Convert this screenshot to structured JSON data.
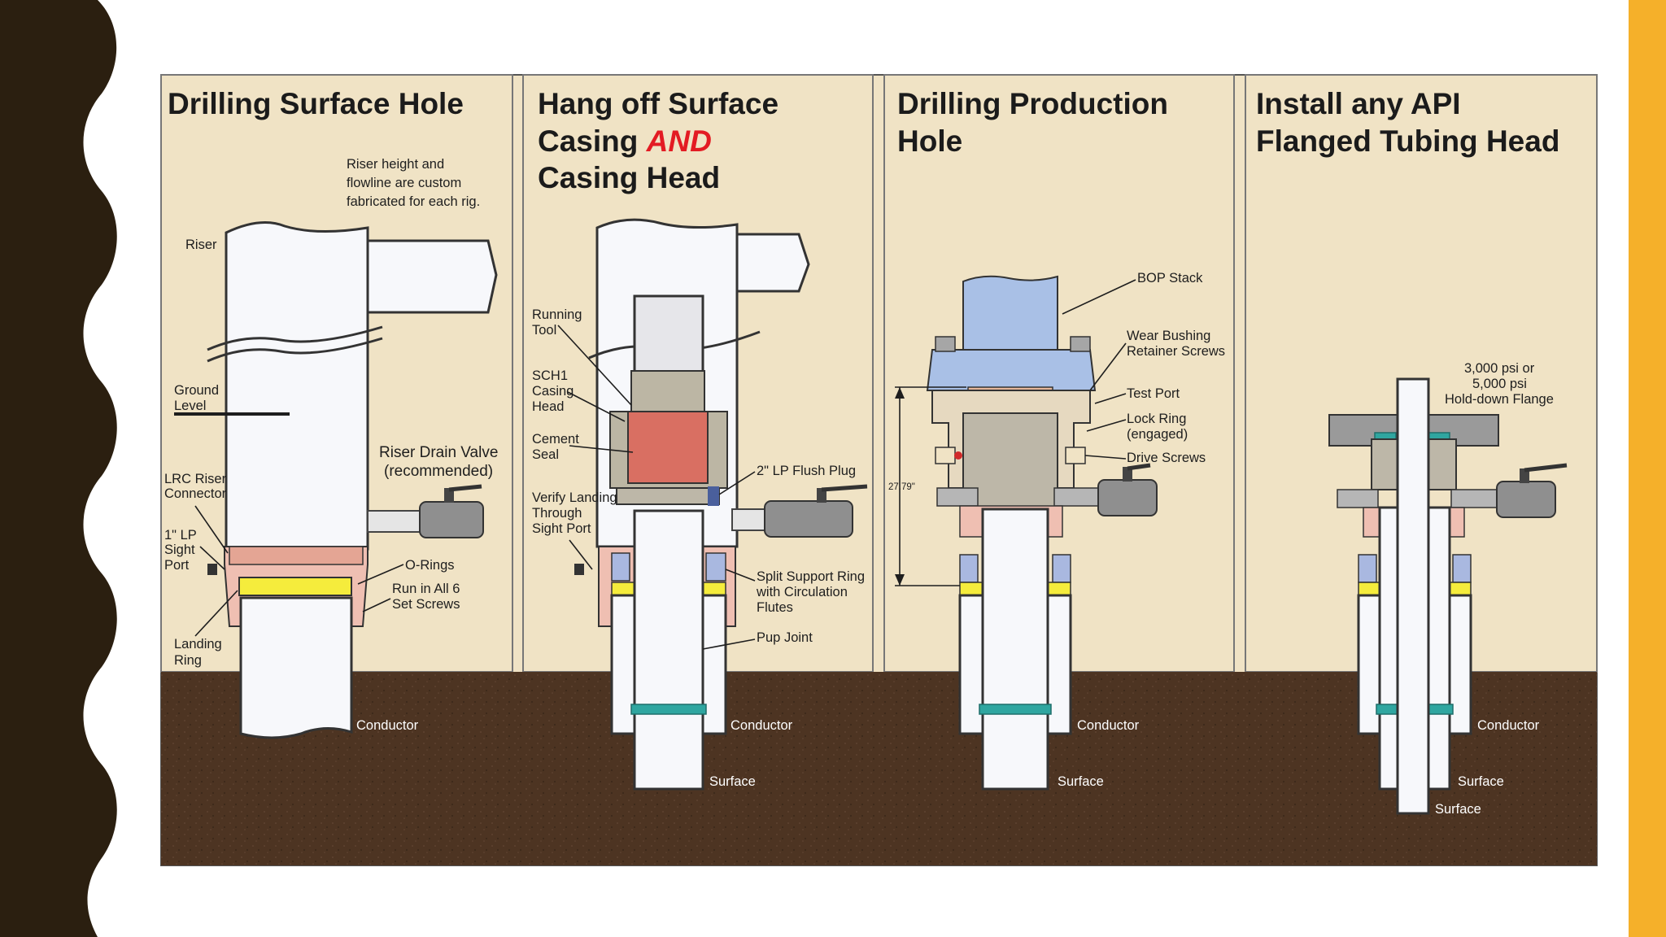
{
  "colors": {
    "dark_wave": "#2b1f10",
    "accent_bar": "#f5b02a",
    "panel_bg": "#f0e3c5",
    "ground": "#4d3422",
    "pipe": "#f7f8fb",
    "salmon": "#d96f62",
    "pink_ring": "#efbfb2",
    "yellow_ring": "#f5ec3c",
    "bop_blue": "#a9c0e6",
    "teal": "#2fa6a0"
  },
  "panels": [
    {
      "title_lines": [
        "Drilling Surface Hole"
      ],
      "labels": {
        "riser_note": [
          "Riser height and",
          "flowline are custom",
          "fabricated for each rig."
        ],
        "riser": "Riser",
        "ground_level": [
          "Ground",
          "Level"
        ],
        "riser_drain_valve": [
          "Riser Drain Valve",
          "(recommended)"
        ],
        "lrc_riser_connector": [
          "LRC Riser",
          "Connector"
        ],
        "sight_port": [
          "1\" LP",
          "Sight",
          "Port"
        ],
        "o_rings": "O-Rings",
        "set_screws": [
          "Run in All 6",
          "Set Screws"
        ],
        "landing_ring": [
          "Landing",
          "Ring"
        ],
        "conductor": "Conductor"
      }
    },
    {
      "title_lines": [
        "Hang off Surface",
        "Casing ",
        "AND",
        "Casing Head"
      ],
      "labels": {
        "running_tool": [
          "Running",
          "Tool"
        ],
        "sch1_casing_head": [
          "SCH1",
          "Casing",
          "Head"
        ],
        "cement_seal": [
          "Cement",
          "Seal"
        ],
        "verify_landing": [
          "Verify Landing",
          "Through",
          "Sight Port"
        ],
        "lp_flush_plug": "2\" LP Flush Plug",
        "split_support_ring": [
          "Split Support Ring",
          "with Circulation",
          "Flutes"
        ],
        "pup_joint": "Pup Joint",
        "conductor": "Conductor",
        "surface": "Surface"
      }
    },
    {
      "title_lines": [
        "Drilling Production",
        "Hole"
      ],
      "labels": {
        "bop_stack": "BOP Stack",
        "wear_bushing": [
          "Wear Bushing",
          "Retainer Screws"
        ],
        "test_port": "Test Port",
        "lock_ring": [
          "Lock Ring",
          "(engaged)"
        ],
        "drive_screws": "Drive Screws",
        "dimension": "27.79\"",
        "conductor": "Conductor",
        "surface": "Surface"
      }
    },
    {
      "title_lines": [
        "Install any API",
        "Flanged Tubing Head"
      ],
      "labels": {
        "flange_note": [
          "3,000 psi or",
          "5,000 psi",
          "Hold-down Flange"
        ],
        "conductor": "Conductor",
        "surface_1": "Surface",
        "surface_2": "Surface"
      }
    }
  ]
}
